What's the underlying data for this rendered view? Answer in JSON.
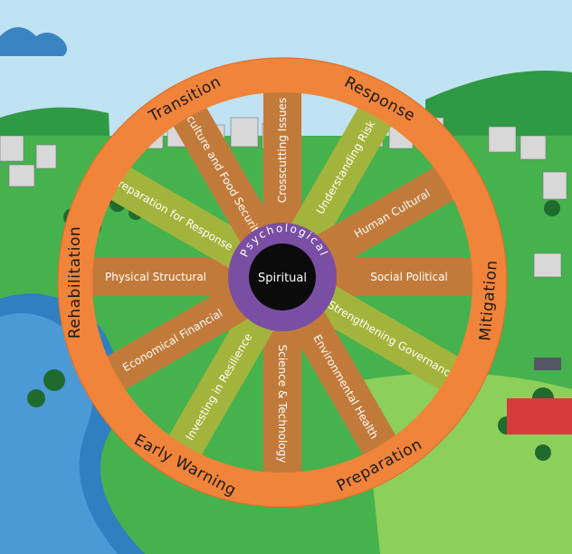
{
  "colors": {
    "sky": "#bfe3f2",
    "ring": "#f0843a",
    "spoke_brown": "#c27a3a",
    "spoke_olive": "#a3b43c",
    "hub": "#7a4fa3",
    "center": "#0b0b0b",
    "grass": "#3fae49",
    "river": "#2f7fc1"
  },
  "ring_labels": [
    "Transition",
    "Response",
    "Mitigation",
    "Preparation",
    "Early Warning",
    "Rehabilitation"
  ],
  "spokes": [
    {
      "label": "Crosscutting Issues",
      "color": "brown"
    },
    {
      "label": "Understanding Risk",
      "color": "olive"
    },
    {
      "label": "Human Cultural",
      "color": "brown"
    },
    {
      "label": "Social Political",
      "color": "brown"
    },
    {
      "label": "Strengthening Governance",
      "color": "olive"
    },
    {
      "label": "Environmental Health",
      "color": "brown"
    },
    {
      "label": "Science & Technology",
      "color": "brown"
    },
    {
      "label": "Investing in Resilience",
      "color": "olive"
    },
    {
      "label": "Economical Financial",
      "color": "brown"
    },
    {
      "label": "Physical Structural",
      "color": "brown"
    },
    {
      "label": "Preparation for Response",
      "color": "olive"
    },
    {
      "label": "Agriculture and Food Security",
      "color": "brown"
    }
  ],
  "hub_label": "Psychological",
  "center_label": "Spiritual"
}
